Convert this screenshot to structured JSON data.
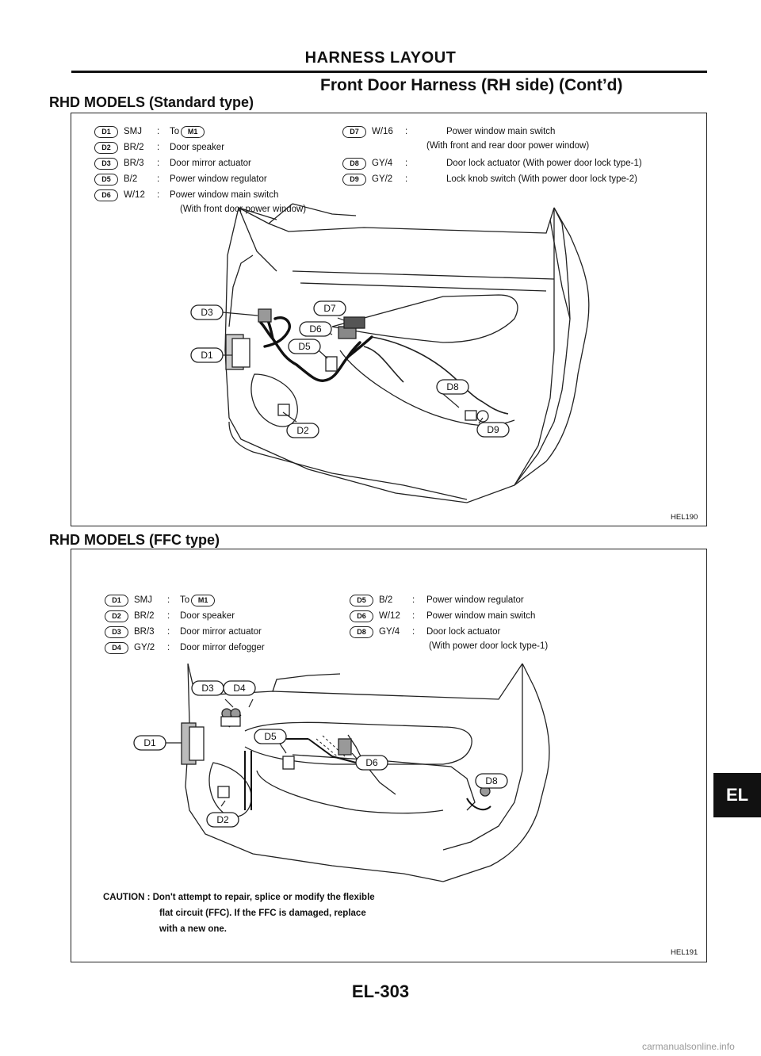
{
  "header": {
    "section_title": "HARNESS LAYOUT",
    "subtitle": "Front Door Harness (RH side) (Cont’d)"
  },
  "section_standard": {
    "heading": "RHD MODELS (Standard type)",
    "figure_id": "HEL190",
    "legend_left": [
      {
        "badge": "D1",
        "code": "SMJ",
        "desc": "To",
        "ref": "M1"
      },
      {
        "badge": "D2",
        "code": "BR/2",
        "desc": "Door speaker"
      },
      {
        "badge": "D3",
        "code": "BR/3",
        "desc": "Door mirror actuator"
      },
      {
        "badge": "D5",
        "code": "B/2",
        "desc": "Power window regulator"
      },
      {
        "badge": "D6",
        "code": "W/12",
        "desc": "Power window main switch"
      }
    ],
    "legend_left_note": "(With front door power window)",
    "legend_right": [
      {
        "badge": "D7",
        "code": "W/16",
        "desc": "Power window main switch"
      },
      {
        "badge": "D8",
        "code": "GY/4",
        "desc": "Door lock actuator (With power door lock type-1)"
      },
      {
        "badge": "D9",
        "code": "GY/2",
        "desc": "Lock knob switch (With power door lock type-2)"
      }
    ],
    "legend_right_note": "(With front and rear door power window)",
    "callouts": [
      "D3",
      "D1",
      "D7",
      "D6",
      "D5",
      "D8",
      "D2",
      "D9"
    ]
  },
  "section_ffc": {
    "heading": "RHD MODELS (FFC type)",
    "figure_id": "HEL191",
    "legend_left": [
      {
        "badge": "D1",
        "code": "SMJ",
        "desc": "To",
        "ref": "M1"
      },
      {
        "badge": "D2",
        "code": "BR/2",
        "desc": "Door speaker"
      },
      {
        "badge": "D3",
        "code": "BR/3",
        "desc": "Door mirror actuator"
      },
      {
        "badge": "D4",
        "code": "GY/2",
        "desc": "Door mirror defogger"
      }
    ],
    "legend_right": [
      {
        "badge": "D5",
        "code": "B/2",
        "desc": "Power window regulator"
      },
      {
        "badge": "D6",
        "code": "W/12",
        "desc": "Power window main switch"
      },
      {
        "badge": "D8",
        "code": "GY/4",
        "desc": "Door lock actuator"
      }
    ],
    "legend_right_note": "(With power door lock type-1)",
    "callouts": [
      "D3",
      "D4",
      "D1",
      "D5",
      "D6",
      "D8",
      "D2"
    ],
    "caution_line1": "CAUTION : Don't attempt to repair, splice or modify the flexible",
    "caution_line2": "flat circuit (FFC). If the FFC is damaged, replace",
    "caution_line3": "with a new one."
  },
  "footer": {
    "page_number": "EL-303",
    "side_tab": "EL",
    "watermark": "carmanualsonline.info"
  },
  "colon": ":"
}
